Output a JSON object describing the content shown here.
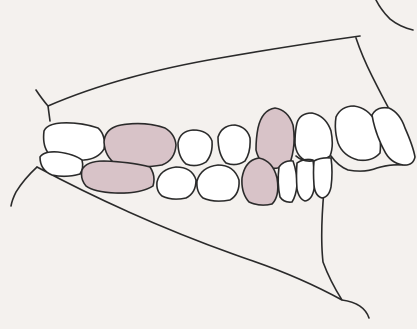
{
  "diagram": {
    "background": "#f4f1ee",
    "line_color": "#2a2a2a",
    "tooth_fill": "#ffffff",
    "highlight_fill": "#d8c3c8",
    "teeth": [
      {
        "name": "upper-molar-1",
        "arch": "upper",
        "highlighted": false
      },
      {
        "name": "upper-molar-2",
        "arch": "upper",
        "highlighted": true
      },
      {
        "name": "upper-premolar-1",
        "arch": "upper",
        "highlighted": false
      },
      {
        "name": "upper-premolar-2",
        "arch": "upper",
        "highlighted": false
      },
      {
        "name": "upper-canine",
        "arch": "upper",
        "highlighted": true
      },
      {
        "name": "upper-incisor-1",
        "arch": "upper",
        "highlighted": false
      },
      {
        "name": "upper-incisor-2",
        "arch": "upper",
        "highlighted": false
      },
      {
        "name": "upper-incisor-3",
        "arch": "upper",
        "highlighted": false
      },
      {
        "name": "lower-molar-1",
        "arch": "lower",
        "highlighted": false
      },
      {
        "name": "lower-molar-2",
        "arch": "lower",
        "highlighted": true
      },
      {
        "name": "lower-premolar-1",
        "arch": "lower",
        "highlighted": false
      },
      {
        "name": "lower-premolar-2",
        "arch": "lower",
        "highlighted": false
      },
      {
        "name": "lower-canine",
        "arch": "lower",
        "highlighted": true
      },
      {
        "name": "lower-incisor-1",
        "arch": "lower",
        "highlighted": false
      },
      {
        "name": "lower-incisor-2",
        "arch": "lower",
        "highlighted": false
      },
      {
        "name": "lower-incisor-3",
        "arch": "lower",
        "highlighted": false
      }
    ]
  }
}
